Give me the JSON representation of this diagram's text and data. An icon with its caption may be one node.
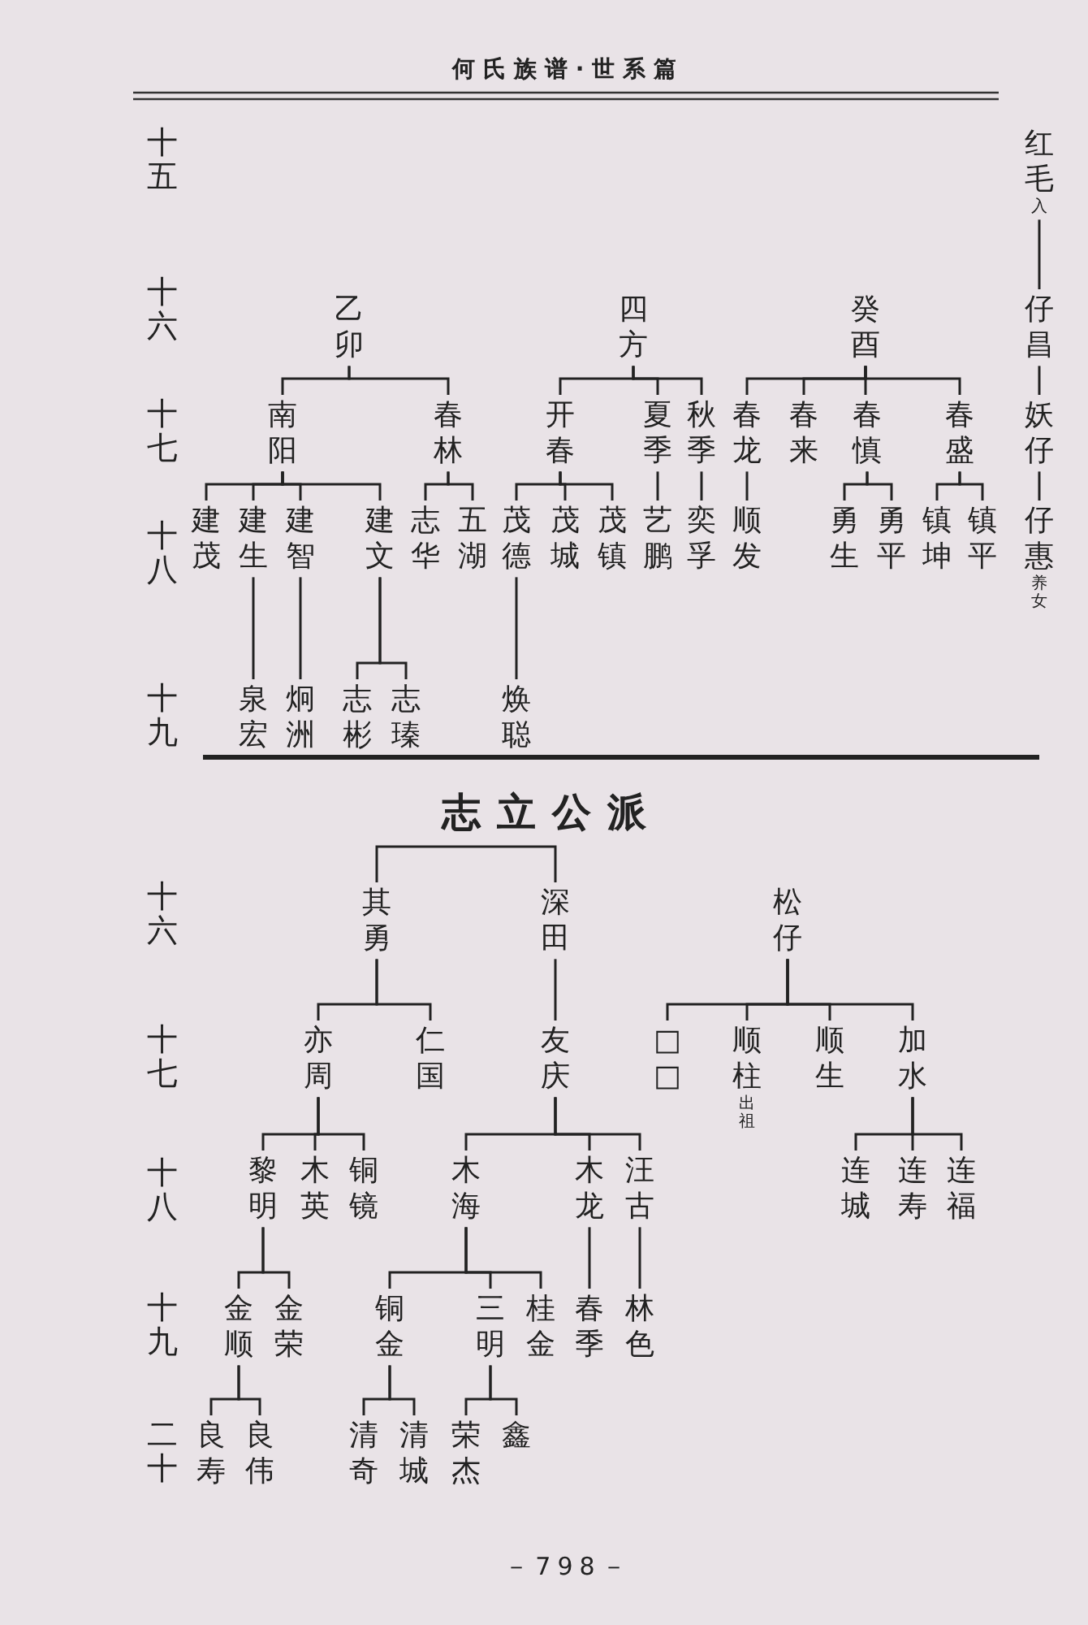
{
  "diagram": {
    "title": "何氏族谱·世系篇",
    "nodes": [
      {
        "text": [
          "乙卯"
        ]
      },
      {
        "text": [
          "南阳"
        ]
      },
      {
        "text": [
          "春林"
        ]
      },
      {
        "text": [
          "建茂"
        ]
      },
      {
        "text": [
          "建生"
        ]
      },
      {
        "text": [
          "建智"
        ]
      },
      {
        "text": [
          "建文"
        ]
      },
      {
        "text": [
          "志华"
        ]
      },
      {
        "text": [
          "五湖"
        ]
      },
      {
        "text": [
          "泉宏"
        ]
      },
      {
        "text": [
          "炯洲"
        ]
      },
      {
        "text": [
          "志彬"
        ]
      },
      {
        "text": [
          "志瑧"
        ]
      },
      {
        "text": [
          "四方"
        ]
      },
      {
        "text": [
          "开春"
        ]
      },
      {
        "text": [
          "夏季"
        ]
      },
      {
        "text": [
          "秋季"
        ]
      },
      {
        "text": [
          "茂德"
        ]
      },
      {
        "text": [
          "茂城"
        ]
      },
      {
        "text": [
          "茂镇"
        ]
      },
      {
        "text": [
          "艺鹏"
        ]
      },
      {
        "text": [
          "奕孚"
        ]
      },
      {
        "text": [
          "焕聪"
        ]
      },
      {
        "text": [
          "癸酉"
        ]
      },
      {
        "text": [
          "春龙"
        ]
      },
      {
        "text": [
          "春来"
        ]
      },
      {
        "text": [
          "春慎"
        ]
      },
      {
        "text": [
          "春盛"
        ]
      },
      {
        "text": [
          "顺发"
        ]
      },
      {
        "text": [
          "勇生"
        ]
      },
      {
        "text": [
          "勇平"
        ]
      },
      {
        "text": [
          "镇坤"
        ]
      },
      {
        "text": [
          "镇平"
        ]
      },
      {
        "text": [
          "红毛"
        ],
        "beside": [
          "入"
        ]
      },
      {
        "text": [
          "仔昌"
        ]
      },
      {
        "text": [
          "妖仔"
        ]
      },
      {
        "text": [
          "仔惠"
        ],
        "beside": [
          "养女"
        ]
      },
      {
        "text": [
          "其勇"
        ]
      },
      {
        "text": [
          "深田"
        ]
      },
      {
        "text": [
          "松仔"
        ]
      },
      {
        "text": [
          "亦周"
        ]
      },
      {
        "text": [
          "仁国"
        ]
      },
      {
        "text": [
          "友庆"
        ]
      },
      {
        "text": [
          "□□"
        ]
      },
      {
        "text": [
          "顺柱"
        ],
        "beside": [
          "出祖"
        ]
      },
      {
        "text": [
          "顺生"
        ]
      },
      {
        "text": [
          "加水"
        ]
      },
      {
        "text": [
          "黎明"
        ]
      },
      {
        "text": [
          "木英"
        ]
      },
      {
        "text": [
          "铜镜"
        ]
      },
      {
        "text": [
          "木海"
        ]
      },
      {
        "text": [
          "木龙"
        ]
      },
      {
        "text": [
          "汪古"
        ]
      },
      {
        "text": [
          "连城"
        ]
      },
      {
        "text": [
          "连寿"
        ]
      },
      {
        "text": [
          "连福"
        ]
      },
      {
        "text": [
          "金顺"
        ]
      },
      {
        "text": [
          "金荣"
        ]
      },
      {
        "text": [
          "铜金"
        ]
      },
      {
        "text": [
          "三明"
        ]
      },
      {
        "text": [
          "桂金"
        ]
      },
      {
        "text": [
          "春季"
        ]
      },
      {
        "text": [
          "林色"
        ]
      },
      {
        "text": [
          "良寿"
        ]
      },
      {
        "text": [
          "良伟"
        ]
      },
      {
        "text": [
          "清奇"
        ]
      },
      {
        "text": [
          "清城"
        ]
      },
      {
        "text": [
          "荣杰"
        ]
      },
      {
        "text": [
          "鑫"
        ]
      }
    ],
    "edges": [
      {
        "from": 0,
        "to": 1,
        "arrow": "none"
      },
      {
        "from": 0,
        "to": 2,
        "arrow": "none"
      },
      {
        "from": 1,
        "to": 3,
        "arrow": "none"
      },
      {
        "from": 1,
        "to": 4,
        "arrow": "none"
      },
      {
        "from": 1,
        "to": 5,
        "arrow": "none"
      },
      {
        "from": 1,
        "to": 6,
        "arrow": "none"
      },
      {
        "from": 2,
        "to": 7,
        "arrow": "none"
      },
      {
        "from": 2,
        "to": 8,
        "arrow": "none"
      },
      {
        "from": 4,
        "to": 9,
        "arrow": "none"
      },
      {
        "from": 5,
        "to": 10,
        "arrow": "none"
      },
      {
        "from": 6,
        "to": 11,
        "arrow": "none"
      },
      {
        "from": 6,
        "to": 12,
        "arrow": "none"
      },
      {
        "from": 13,
        "to": 14,
        "arrow": "none"
      },
      {
        "from": 13,
        "to": 15,
        "arrow": "none"
      },
      {
        "from": 13,
        "to": 16,
        "arrow": "none"
      },
      {
        "from": 14,
        "to": 17,
        "arrow": "none"
      },
      {
        "from": 14,
        "to": 18,
        "arrow": "none"
      },
      {
        "from": 14,
        "to": 19,
        "arrow": "none"
      },
      {
        "from": 15,
        "to": 20,
        "arrow": "none"
      },
      {
        "from": 16,
        "to": 21,
        "arrow": "none"
      },
      {
        "from": 17,
        "to": 22,
        "arrow": "none"
      },
      {
        "from": 23,
        "to": 24,
        "arrow": "none"
      },
      {
        "from": 23,
        "to": 25,
        "arrow": "none"
      },
      {
        "from": 23,
        "to": 26,
        "arrow": "none"
      },
      {
        "from": 23,
        "to": 27,
        "arrow": "none"
      },
      {
        "from": 24,
        "to": 28,
        "arrow": "none"
      },
      {
        "from": 26,
        "to": 29,
        "arrow": "none"
      },
      {
        "from": 26,
        "to": 30,
        "arrow": "none"
      },
      {
        "from": 27,
        "to": 31,
        "arrow": "none"
      },
      {
        "from": 27,
        "to": 32,
        "arrow": "none"
      },
      {
        "from": 33,
        "to": 34,
        "arrow": "none"
      },
      {
        "from": 34,
        "to": 35,
        "arrow": "none"
      },
      {
        "from": 35,
        "to": 36,
        "arrow": "none"
      },
      {
        "from": 37,
        "to": 38,
        "arrow": "none"
      },
      {
        "from": 37,
        "to": 40,
        "arrow": "none"
      },
      {
        "from": 37,
        "to": 41,
        "arrow": "none"
      },
      {
        "from": 38,
        "to": 42,
        "arrow": "none"
      },
      {
        "from": 39,
        "to": 43,
        "arrow": "none"
      },
      {
        "from": 39,
        "to": 44,
        "arrow": "none"
      },
      {
        "from": 39,
        "to": 45,
        "arrow": "none"
      },
      {
        "from": 39,
        "to": 46,
        "arrow": "none"
      },
      {
        "from": 40,
        "to": 47,
        "arrow": "none"
      },
      {
        "from": 40,
        "to": 48,
        "arrow": "none"
      },
      {
        "from": 40,
        "to": 49,
        "arrow": "none"
      },
      {
        "from": 42,
        "to": 50,
        "arrow": "none"
      },
      {
        "from": 42,
        "to": 51,
        "arrow": "none"
      },
      {
        "from": 42,
        "to": 52,
        "arrow": "none"
      },
      {
        "from": 46,
        "to": 53,
        "arrow": "none"
      },
      {
        "from": 46,
        "to": 54,
        "arrow": "none"
      },
      {
        "from": 46,
        "to": 55,
        "arrow": "none"
      },
      {
        "from": 47,
        "to": 56,
        "arrow": "none"
      },
      {
        "from": 47,
        "to": 57,
        "arrow": "none"
      },
      {
        "from": 50,
        "to": 58,
        "arrow": "none"
      },
      {
        "from": 50,
        "to": 59,
        "arrow": "none"
      },
      {
        "from": 50,
        "to": 60,
        "arrow": "none"
      },
      {
        "from": 51,
        "to": 61,
        "arrow": "none"
      },
      {
        "from": 52,
        "to": 62,
        "arrow": "none"
      },
      {
        "from": 56,
        "to": 63,
        "arrow": "none"
      },
      {
        "from": 56,
        "to": 64,
        "arrow": "none"
      },
      {
        "from": 58,
        "to": 65,
        "arrow": "none"
      },
      {
        "from": 58,
        "to": 66,
        "arrow": "none"
      },
      {
        "from": 59,
        "to": 67,
        "arrow": "none"
      },
      {
        "from": 59,
        "to": 68,
        "arrow": "none"
      }
    ],
    "labels": [
      "十五",
      "十六",
      "十七",
      "十八",
      "十九",
      "志立公派",
      "十六",
      "十七",
      "十八",
      "十九",
      "二十",
      "－798－"
    ]
  }
}
